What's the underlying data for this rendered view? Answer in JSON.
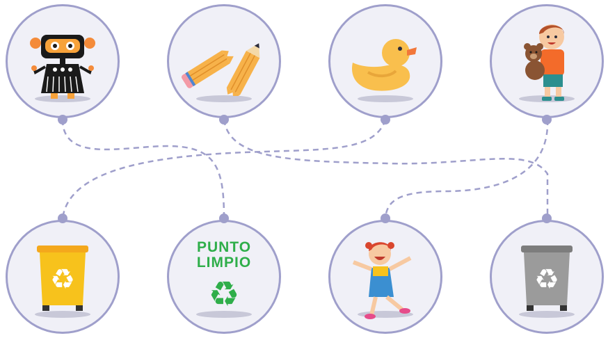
{
  "colors": {
    "circle_fill": "#f0f0f7",
    "circle_stroke": "#9f9fcb",
    "connector": "#9f9fcb",
    "punto_limpio_green": "#2fae4a",
    "yellow_bin": "#f7c21c",
    "grey_bin": "#9b9b9b"
  },
  "top_row": [
    {
      "icon": "robot-toy-icon"
    },
    {
      "icon": "pencils-icon"
    },
    {
      "icon": "rubber-duck-icon"
    },
    {
      "icon": "boy-with-teddy-bear-icon"
    }
  ],
  "bottom_row": [
    {
      "icon": "yellow-recycling-bin-icon"
    },
    {
      "icon": "punto-limpio-icon",
      "label_line1": "PUNTO",
      "label_line2": "LIMPIO"
    },
    {
      "icon": "happy-girl-icon"
    },
    {
      "icon": "grey-recycling-bin-icon"
    }
  ],
  "connections": [
    {
      "from": "robot-toy",
      "to": "punto-limpio"
    },
    {
      "from": "pencils",
      "to": "grey-bin"
    },
    {
      "from": "rubber-duck",
      "to": "yellow-bin"
    },
    {
      "from": "boy-with-teddy-bear",
      "to": "happy-girl"
    }
  ],
  "recycle_symbol": "♻"
}
